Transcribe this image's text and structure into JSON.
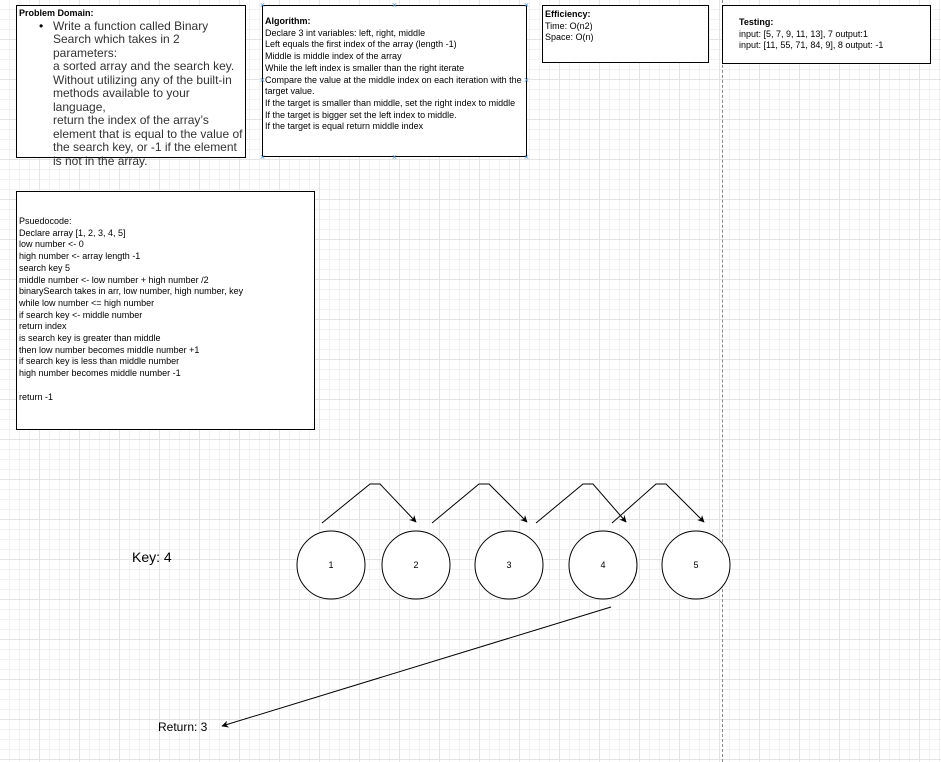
{
  "problem": {
    "title": "Problem Domain:",
    "lines": [
      "Write a function called Binary",
      "Search which takes in 2 parameters:",
      "a sorted array and the search key.",
      "Without utilizing any of the built-in",
      "methods available to your language,",
      "return the index of the array’s",
      "element that is equal to the value of",
      "the search key, or -1 if the element",
      "is not in the array."
    ]
  },
  "algorithm": {
    "title": "Algorithm:",
    "lines": [
      "Declare 3 int variables: left, right, middle",
      "Left equals the first index of the array (length -1)",
      "Middle is middle index of the array",
      "While the left index is smaller than the right iterate",
      "Compare the value at the middle index on each iteration with the target value.",
      "If the target is smaller than middle, set the right index to middle",
      "If the target is bigger set the left index to middle.",
      "If the target is equal return middle index"
    ]
  },
  "efficiency": {
    "title": "Efficiency:",
    "time": "Time: O(n2)",
    "space": "Space: O(n)"
  },
  "testing": {
    "title": "Testing:",
    "case1": "input: [5, 7, 9, 11, 13], 7  output:1",
    "case2": "input: [11, 55, 71, 84, 9], 8  output: -1"
  },
  "pseudocode": {
    "title": "Psuedocode:",
    "lines": [
      "Declare array [1, 2, 3, 4, 5]",
      "low number <- 0",
      "high number <- array length -1",
      "search key 5",
      "middle number <- low number + high number /2",
      "binarySearch takes in arr, low number, high number, key",
      "while low number <= high number",
      "if search key <- middle number",
      "return index",
      "is search key is greater than middle",
      "then low number becomes middle number +1",
      "if search key is less than middle number",
      "high number becomes middle number -1",
      "",
      "return -1"
    ]
  },
  "diagram": {
    "key_label": "Key: 4",
    "return_label": "Return: 3",
    "nodes": [
      "1",
      "2",
      "3",
      "4",
      "5"
    ]
  }
}
